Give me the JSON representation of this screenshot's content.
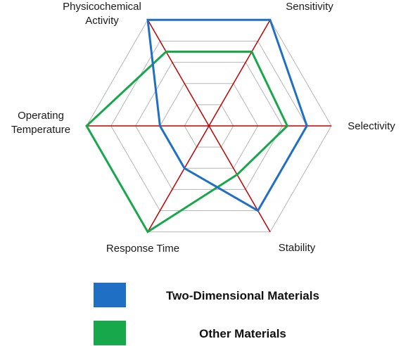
{
  "chart_data": {
    "type": "radar",
    "title": "",
    "axes": [
      [
        "Sensitivity"
      ],
      [
        "Selectivity"
      ],
      [
        "Stability"
      ],
      [
        "Response Time"
      ],
      [
        "Operating",
        "Temperature"
      ],
      [
        "Physicochemical",
        "Activity"
      ]
    ],
    "rlim": [
      0,
      5
    ],
    "grid_levels": 5,
    "series": [
      {
        "name": "Two-Dimensional Materials",
        "color": "#1f6fc4",
        "values": [
          5,
          4,
          4,
          2,
          2,
          5
        ]
      },
      {
        "name": "Other Materials",
        "color": "#16a84b",
        "values": [
          3.5,
          3.2,
          2.3,
          5,
          5,
          3.5
        ]
      }
    ],
    "axis_line_color": "#c00000",
    "grid_color": "#b5b5b5",
    "legend_position": "bottom"
  }
}
